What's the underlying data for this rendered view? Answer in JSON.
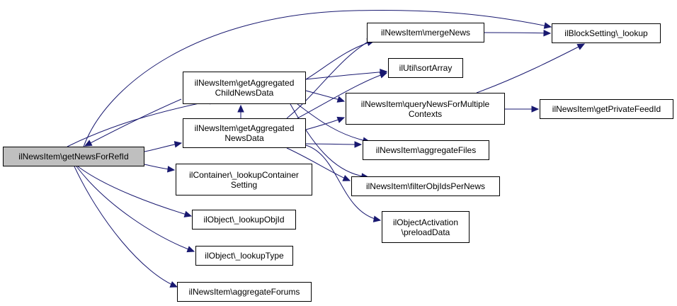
{
  "nodes": {
    "root": {
      "lines": [
        "ilNewsItem\\getNewsForRefId"
      ]
    },
    "childNews": {
      "lines": [
        "ilNewsItem\\getAggregated",
        "ChildNewsData"
      ]
    },
    "newsData": {
      "lines": [
        "ilNewsItem\\getAggregated",
        "NewsData"
      ]
    },
    "containerSetting": {
      "lines": [
        "ilContainer\\_lookupContainer",
        "Setting"
      ]
    },
    "lookupObjId": {
      "lines": [
        "ilObject\\_lookupObjId"
      ]
    },
    "lookupType": {
      "lines": [
        "ilObject\\_lookupType"
      ]
    },
    "aggregateForums": {
      "lines": [
        "ilNewsItem\\aggregateForums"
      ]
    },
    "mergeNews": {
      "lines": [
        "ilNewsItem\\mergeNews"
      ]
    },
    "sortArray": {
      "lines": [
        "ilUtil\\sortArray"
      ]
    },
    "queryNews": {
      "lines": [
        "ilNewsItem\\queryNewsForMultiple",
        "Contexts"
      ]
    },
    "aggregateFiles": {
      "lines": [
        "ilNewsItem\\aggregateFiles"
      ]
    },
    "filterObjIds": {
      "lines": [
        "ilNewsItem\\filterObjIdsPerNews"
      ]
    },
    "preloadData": {
      "lines": [
        "ilObjectActivation",
        "\\preloadData"
      ]
    },
    "blockLookup": {
      "lines": [
        "ilBlockSetting\\_lookup"
      ]
    },
    "privateFeed": {
      "lines": [
        "ilNewsItem\\getPrivateFeedId"
      ]
    }
  },
  "edges": [
    {
      "from": "root",
      "to": "childNews"
    },
    {
      "from": "root",
      "to": "newsData"
    },
    {
      "from": "root",
      "to": "containerSetting"
    },
    {
      "from": "root",
      "to": "lookupObjId"
    },
    {
      "from": "root",
      "to": "lookupType"
    },
    {
      "from": "root",
      "to": "aggregateForums"
    },
    {
      "from": "root",
      "to": "blockLookup"
    },
    {
      "from": "childNews",
      "to": "root"
    },
    {
      "from": "childNews",
      "to": "mergeNews"
    },
    {
      "from": "childNews",
      "to": "sortArray"
    },
    {
      "from": "childNews",
      "to": "queryNews"
    },
    {
      "from": "childNews",
      "to": "aggregateFiles"
    },
    {
      "from": "childNews",
      "to": "filterObjIds"
    },
    {
      "from": "newsData",
      "to": "mergeNews"
    },
    {
      "from": "newsData",
      "to": "sortArray"
    },
    {
      "from": "newsData",
      "to": "childNews"
    },
    {
      "from": "newsData",
      "to": "queryNews"
    },
    {
      "from": "newsData",
      "to": "aggregateFiles"
    },
    {
      "from": "newsData",
      "to": "filterObjIds"
    },
    {
      "from": "newsData",
      "to": "preloadData"
    },
    {
      "from": "queryNews",
      "to": "blockLookup"
    },
    {
      "from": "queryNews",
      "to": "privateFeed"
    },
    {
      "from": "mergeNews",
      "to": "blockLookup"
    }
  ],
  "colors": {
    "edge": "#191970",
    "root_fill": "#bfbfbf",
    "node_fill": "#ffffff"
  }
}
